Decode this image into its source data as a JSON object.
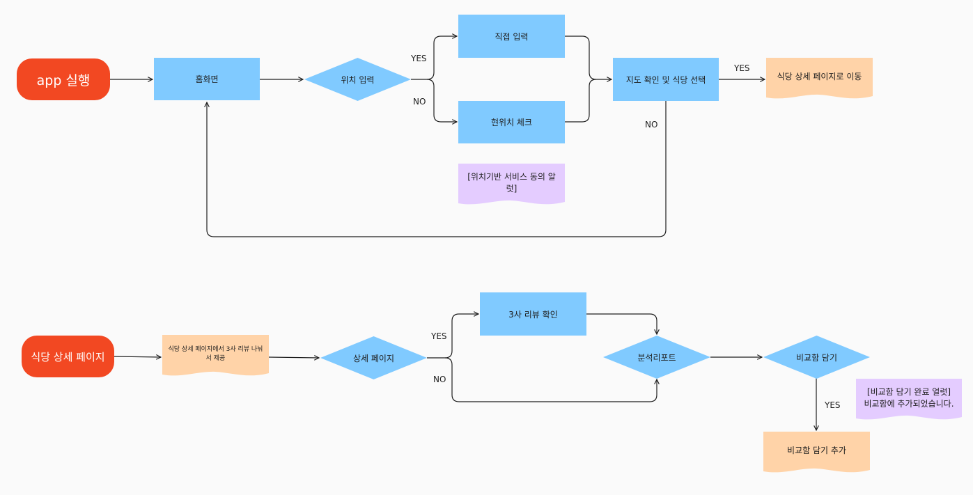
{
  "colors": {
    "start": "#f24822",
    "process": "#80caff",
    "document_orange": "#ffd3a8",
    "document_purple": "#e4ccff",
    "connector": "#1e1e1e",
    "background": "#fafafa"
  },
  "flow1": {
    "start": "app 실행",
    "home": "홈화면",
    "location_input": "위치 입력",
    "direct_input": "직접 입력",
    "current_location": "현위치 체크",
    "alert": "[위치기반 서비스 동의 알럿]",
    "map_select": "지도 확인 및 식당 선택",
    "detail_move": "식당 상세 페이지로 이동",
    "yes_1": "YES",
    "no_1": "NO",
    "yes_2": "YES",
    "no_2": "NO"
  },
  "flow2": {
    "start": "식당 상세 페이지",
    "provide_reviews": "식당 상세 페이지에서 3사 리뷰 나눠서 제공",
    "detail_page": "상세 페이지",
    "review_check": "3사 리뷰 확인",
    "report": "분석리포트",
    "compare_box": "비교함 담기",
    "complete_alert_line1": "[비교함 담기 완료 얼럿]",
    "complete_alert_line2": "비교함에 추가되었습니다.",
    "add_compare": "비교함 담기 추가",
    "yes_1": "YES",
    "no_1": "NO",
    "yes_2": "YES"
  }
}
